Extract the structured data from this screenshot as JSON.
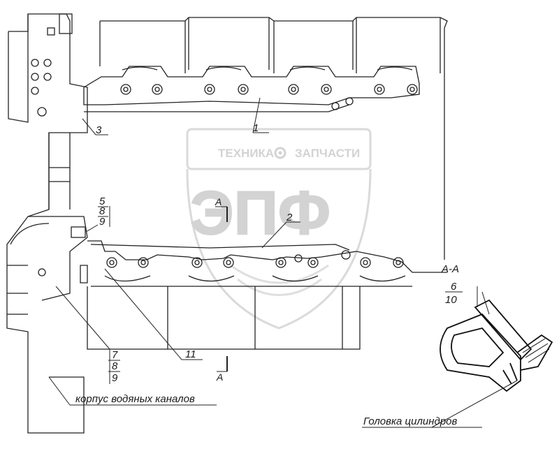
{
  "watermark": {
    "text_top_left": "ТЕХНИКА",
    "text_top_right": "ЗАПЧАСТИ",
    "logo": "ЭПФ",
    "gear_icon": "gear-icon"
  },
  "callouts": {
    "c1": "1",
    "c2": "2",
    "c3": "3",
    "c5": "5",
    "c8a": "8",
    "c9a": "9",
    "c6": "6",
    "c10": "10",
    "c7": "7",
    "c8b": "8",
    "c9b": "9",
    "c11": "11"
  },
  "section": {
    "mark_top": "А",
    "mark_bottom": "А",
    "view_title": "А-А"
  },
  "labels": {
    "water_channel_body": "корпус водяных каналов",
    "cylinder_head": "Головка цилиндров"
  }
}
